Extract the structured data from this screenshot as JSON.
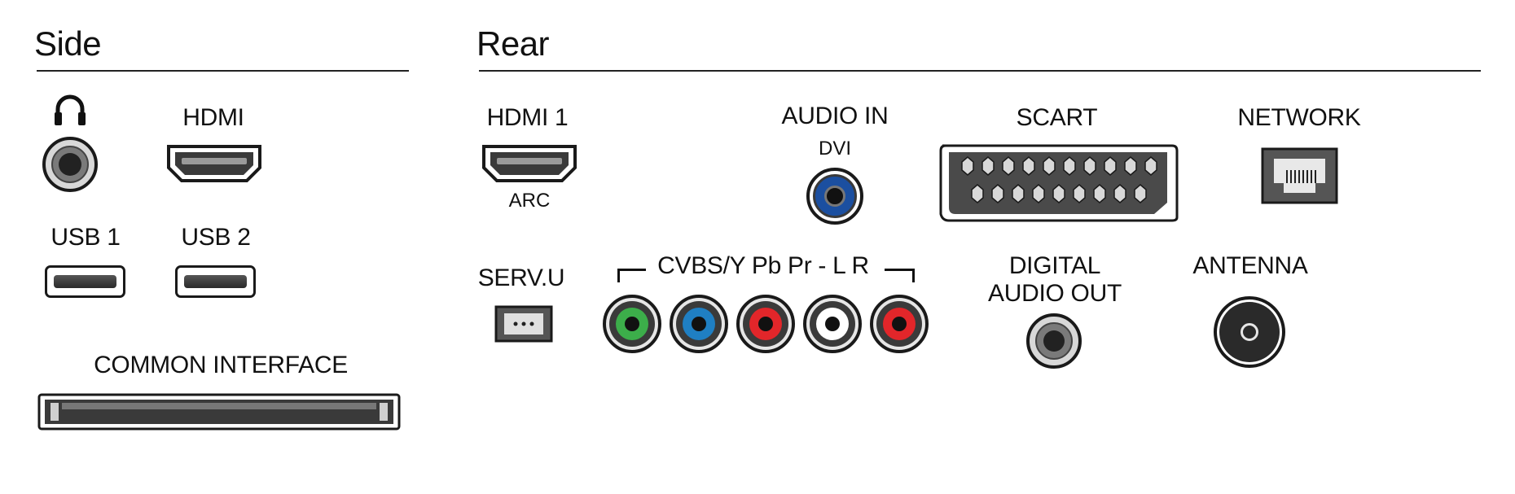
{
  "side": {
    "title": "Side",
    "headphone": {
      "icon": "headphones-icon"
    },
    "hdmi": {
      "label": "HDMI"
    },
    "usb1": {
      "label": "USB 1"
    },
    "usb2": {
      "label": "USB 2"
    },
    "ci": {
      "label": "COMMON INTERFACE"
    }
  },
  "rear": {
    "title": "Rear",
    "hdmi1": {
      "label": "HDMI 1",
      "sublabel": "ARC"
    },
    "audio_in": {
      "label": "AUDIO IN",
      "sublabel": "DVI"
    },
    "scart": {
      "label": "SCART"
    },
    "network": {
      "label": "NETWORK"
    },
    "servu": {
      "label": "SERV.U"
    },
    "component": {
      "label": "CVBS/Y Pb Pr - L R",
      "jacks": [
        {
          "name": "cvbs-y",
          "color": "#3cae4a"
        },
        {
          "name": "pb",
          "color": "#1f7fc3"
        },
        {
          "name": "pr",
          "color": "#e2262a"
        },
        {
          "name": "audio-l",
          "color": "#ffffff"
        },
        {
          "name": "audio-r",
          "color": "#e2262a"
        }
      ]
    },
    "digital_audio_out": {
      "label_line1": "DIGITAL",
      "label_line2": "AUDIO OUT"
    },
    "antenna": {
      "label": "ANTENNA"
    }
  },
  "colors": {
    "line": "#222222",
    "audio_in_ring": "#1b4fa0"
  }
}
